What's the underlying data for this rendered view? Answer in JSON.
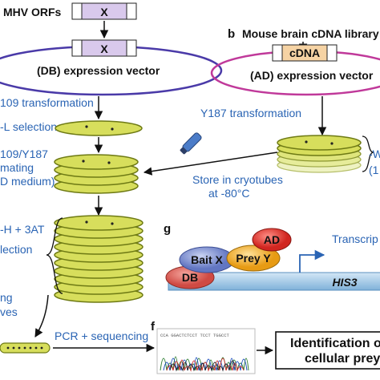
{
  "figure": {
    "panels": {
      "b": "b",
      "f": "f",
      "g": "g"
    },
    "gene_box": {
      "orfs_label": "MHV ORFs",
      "orf_symbol": "X"
    },
    "db_vector": {
      "insert_symbol": "X",
      "label": "(DB) expression vector"
    },
    "library": {
      "title": "Mouse brain cDNA library",
      "insert_label": "cDNA",
      "vector_label": "(AD) expression vector"
    },
    "steps": {
      "transformation_left": "109 transformation",
      "selection_left": "-L selection",
      "transformation_right": "Y187 transformation",
      "selection_right": "-W",
      "selection_right_sub": "(1",
      "mating_1": "109/Y187",
      "mating_2": "mating",
      "mating_3": "D medium)",
      "store_1": "Store in cryotubes",
      "store_2": "at -80°C",
      "his_1": "-H + 3AT",
      "his_2": "lection",
      "picking_1": "ng",
      "picking_2": "ves",
      "pcr": "PCR + sequencing",
      "chromatogram_text": "CCA GGACTCTCCT TCCT TGGCCT",
      "result_1": "Identification of",
      "result_2": "cellular preys"
    },
    "two_hybrid": {
      "db": "DB",
      "bait": "Bait X",
      "prey": "Prey Y",
      "ad": "AD",
      "transcription": "Transcrip",
      "reporter": "HIS3"
    },
    "colors": {
      "plate_fill": "#d7de5c",
      "plate_edge": "#6e7a14",
      "db_vector_outline": "#4a3aa8",
      "ad_vector_outline": "#c0399a",
      "orf_box": "#d9c9ec",
      "cdna_box": "#f6d3a4",
      "arrow_blue": "#2a64b4",
      "dna_bar": "#a9cbe6",
      "bait": "#7a8fcf",
      "prey": "#f2b531",
      "ad": "#e5413d",
      "db": "#df6b63"
    }
  }
}
